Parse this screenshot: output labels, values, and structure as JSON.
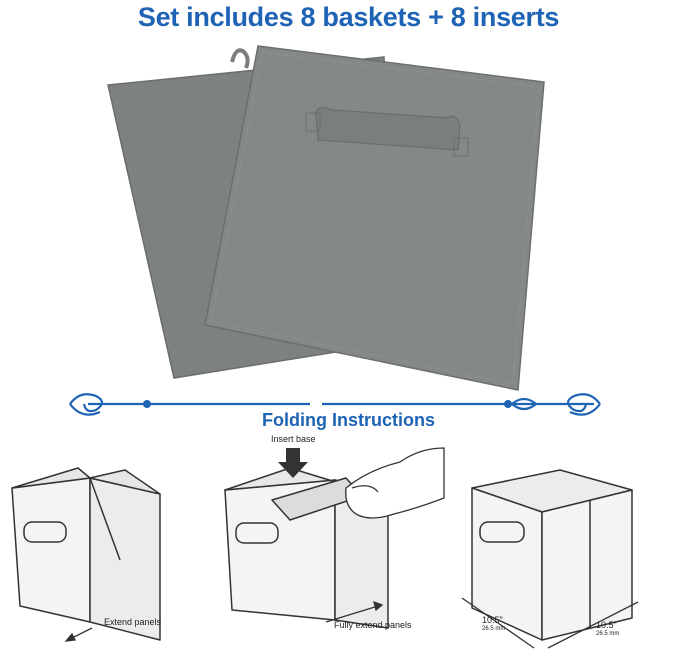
{
  "headline": "Set includes 8 baskets + 8 inserts",
  "section_title": "Folding Instructions",
  "labels": {
    "insert_base": "Insert base",
    "extend_panels": "Extend panels",
    "fully_extend_panels": "Fully extend panels",
    "dimension_left": "10.5\"",
    "dimension_left_metric": "26.5 mm",
    "dimension_right": "10.5\"",
    "dimension_right_metric": "26.5 mm"
  },
  "colors": {
    "brand_blue": "#1f63b5",
    "insert_gray": "#808384",
    "insert_edge": "#6c6f70",
    "line_art": "#333333",
    "box_fill": "#f4f4f4"
  },
  "icons": {
    "divider": "ornamental-flourish-divider",
    "arrow": "down-arrow-icon",
    "hand": "hand-illustration"
  }
}
